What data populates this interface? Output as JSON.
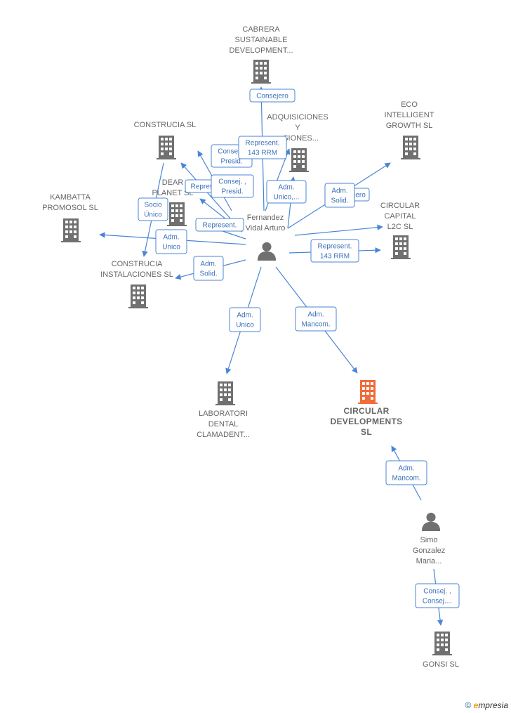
{
  "companies": [
    {
      "id": "cabrera",
      "lines": [
        "CABRERA",
        "SUSTAINABLE",
        "DEVELOPMENT..."
      ],
      "color": "#707070"
    },
    {
      "id": "adquisiciones",
      "lines": [
        "ADQUISICIONES",
        "Y",
        "...SIONES..."
      ],
      "color": "#707070"
    },
    {
      "id": "eco",
      "lines": [
        "ECO",
        "INTELLIGENT",
        "GROWTH SL"
      ],
      "color": "#707070"
    },
    {
      "id": "construcia",
      "lines": [
        "CONSTRUCIA SL"
      ],
      "color": "#707070"
    },
    {
      "id": "dear",
      "lines": [
        "DEAR",
        "PLANET SL"
      ],
      "color": "#707070"
    },
    {
      "id": "kambatta",
      "lines": [
        "KAMBATTA",
        "PROMOSOL  SL"
      ],
      "color": "#707070"
    },
    {
      "id": "circular_capital",
      "lines": [
        "CIRCULAR",
        "CAPITAL",
        "L2C  SL"
      ],
      "color": "#707070"
    },
    {
      "id": "construcia_inst",
      "lines": [
        "CONSTRUCIA",
        "INSTALACIONES SL"
      ],
      "color": "#707070"
    },
    {
      "id": "laboratori",
      "lines": [
        "LABORATORI",
        "DENTAL",
        "CLAMADENT..."
      ],
      "color": "#707070"
    },
    {
      "id": "circular_dev",
      "lines": [
        "CIRCULAR",
        "DEVELOPMENTS",
        "SL"
      ],
      "color": "#f26b3a",
      "focus": true
    },
    {
      "id": "gonsi",
      "lines": [
        "GONSI SL"
      ],
      "color": "#707070"
    }
  ],
  "people": [
    {
      "id": "fernandez",
      "lines": [
        "Fernandez",
        "Vidal Arturo"
      ]
    },
    {
      "id": "simo",
      "lines": [
        "Simo",
        "Gonzalez",
        "Maria..."
      ]
    }
  ],
  "edges": [
    {
      "id": "e1",
      "from": "fernandez",
      "to": "cabrera",
      "lines": [
        "Consejero"
      ]
    },
    {
      "id": "e2",
      "from": "fernandez",
      "to": "construcia",
      "lines": [
        "Consej. ,",
        "Presid."
      ]
    },
    {
      "id": "e3",
      "from": "fernandez",
      "to": "adquisiciones",
      "lines": [
        "Represent.",
        "143 RRM"
      ]
    },
    {
      "id": "e4",
      "from": "fernandez",
      "to": "dear",
      "lines": [
        "Represent."
      ]
    },
    {
      "id": "e5",
      "from": "fernandez",
      "to": "dear",
      "lines": [
        "Consej. ,",
        "Presid."
      ]
    },
    {
      "id": "e6",
      "from": "fernandez",
      "to": "adquisiciones",
      "lines": [
        "Adm.",
        "Unico,..."
      ]
    },
    {
      "id": "e7",
      "from": "fernandez",
      "to": "eco",
      "lines": [
        "Consejero"
      ]
    },
    {
      "id": "e8",
      "from": "fernandez",
      "to": "circular_capital",
      "lines": [
        "Adm.",
        "Solid."
      ]
    },
    {
      "id": "e9",
      "from": "fernandez",
      "to": "construcia_inst",
      "lines": [
        "Socio",
        "Único"
      ]
    },
    {
      "id": "e10",
      "from": "fernandez",
      "to": "dear",
      "lines": [
        "Represent."
      ]
    },
    {
      "id": "e11",
      "from": "fernandez",
      "to": "kambatta",
      "lines": [
        "Adm.",
        "Unico"
      ]
    },
    {
      "id": "e12",
      "from": "fernandez",
      "to": "construcia_inst",
      "lines": [
        "Adm.",
        "Solid."
      ]
    },
    {
      "id": "e13",
      "from": "fernandez",
      "to": "circular_capital",
      "lines": [
        "Represent.",
        "143 RRM"
      ]
    },
    {
      "id": "e14",
      "from": "fernandez",
      "to": "laboratori",
      "lines": [
        "Adm.",
        "Unico"
      ]
    },
    {
      "id": "e15",
      "from": "fernandez",
      "to": "circular_dev",
      "lines": [
        "Adm.",
        "Mancom."
      ]
    },
    {
      "id": "e16",
      "from": "simo",
      "to": "circular_dev",
      "lines": [
        "Adm.",
        "Mancom."
      ]
    },
    {
      "id": "e17",
      "from": "simo",
      "to": "gonsi",
      "lines": [
        "Consej. ,",
        "Consej...."
      ]
    }
  ],
  "footer": {
    "copyright": "©",
    "brand_e": "e",
    "brand_rest": "mpresia"
  }
}
